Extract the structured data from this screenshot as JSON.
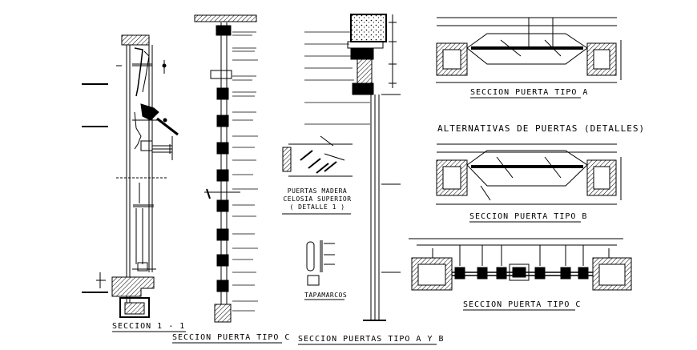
{
  "drawing": {
    "labels": {
      "seccion_1": "SECCION  1 - 1",
      "seccion_tipo_c_vertical": "SECCION  PUERTA  TIPO  C",
      "seccion_tipo_ayb": "SECCION  PUERTAS  TIPO  A  Y  B",
      "detalle_line1": "PUERTAS MADERA",
      "detalle_line2": "CELOSIA SUPERIOR",
      "detalle_line3": "( DETALLE  1 )",
      "tapamarcos": "TAPAMARCOS",
      "seccion_tipo_a": "SECCION  PUERTA  TIPO  A",
      "alternativas": "ALTERNATIVAS  DE  PUERTAS  (DETALLES)",
      "seccion_tipo_b": "SECCION  PUERTA  TIPO  B",
      "seccion_tipo_c": "SECCION  PUERTA  TIPO  C"
    },
    "colors": {
      "line": "#000000",
      "background": "#ffffff",
      "hatch": "#555555"
    }
  }
}
